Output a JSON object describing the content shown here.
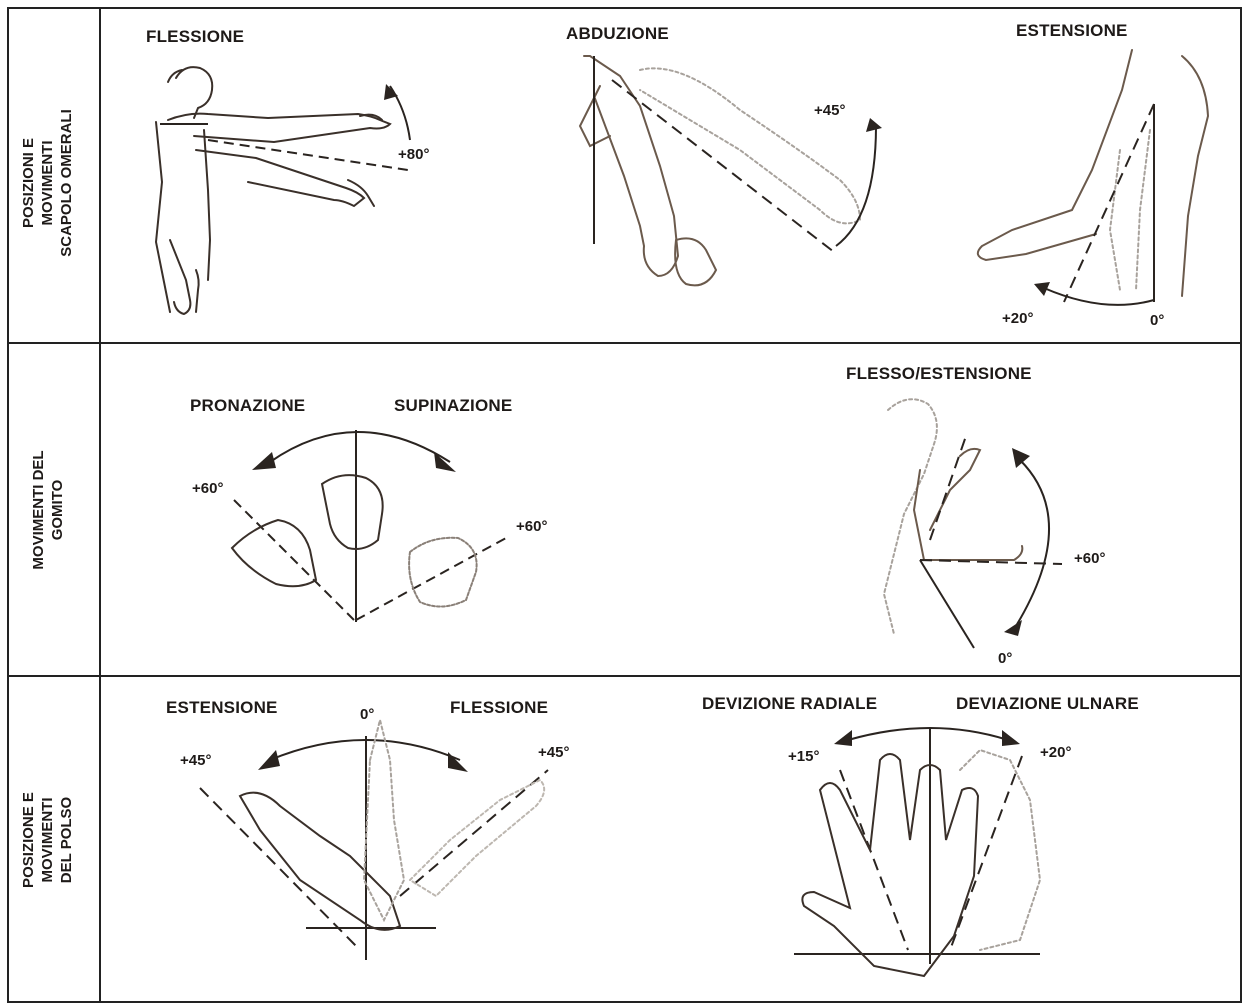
{
  "rows": [
    {
      "label_lines": [
        "POSIZIONI E",
        "MOVIMENTI",
        "SCAPOLO OMERALI"
      ],
      "panels": [
        {
          "title": "FLESSIONE",
          "angles": [
            "+80°"
          ]
        },
        {
          "title": "ABDUZIONE",
          "angles": [
            "+45°"
          ]
        },
        {
          "title": "ESTENSIONE",
          "angles": [
            "+20°",
            "0°"
          ]
        }
      ]
    },
    {
      "label_lines": [
        "MOVIMENTI DEL",
        "GOMITO"
      ],
      "panels": [
        {
          "titles": [
            "PRONAZIONE",
            "SUPINAZIONE"
          ],
          "angles": [
            "+60°",
            "+60°"
          ]
        },
        {
          "title": "FLESSO/ESTENSIONE",
          "angles": [
            "+60°",
            "0°"
          ]
        }
      ]
    },
    {
      "label_lines": [
        "POSIZIONE E",
        "MOVIMENTI",
        "DEL POLSO"
      ],
      "panels": [
        {
          "titles": [
            "ESTENSIONE",
            "FLESSIONE"
          ],
          "angles": [
            "0°",
            "+45°",
            "+45°"
          ]
        },
        {
          "titles": [
            "DEVIZIONE RADIALE",
            "DEVIAZIONE ULNARE"
          ],
          "angles": [
            "+15°",
            "+20°"
          ]
        }
      ]
    }
  ],
  "colors": {
    "ink": "#1e1a18",
    "sketch": "#6b5a4c",
    "faint": "#a8a29c",
    "grid": "#222222"
  }
}
